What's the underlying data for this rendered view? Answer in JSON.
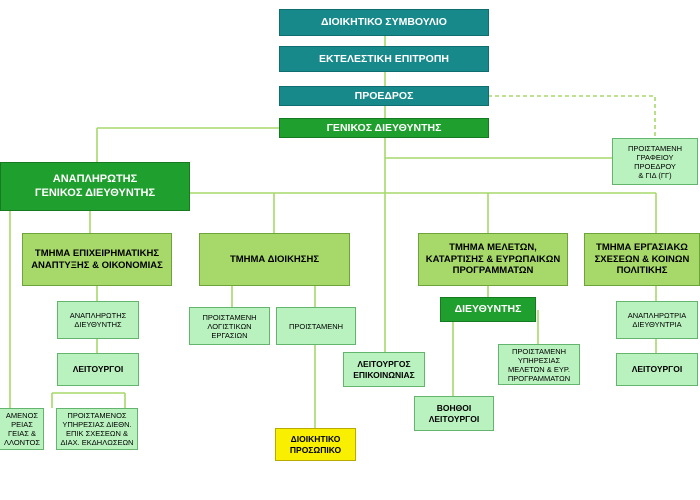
{
  "nodes": {
    "board": "ΔΙΟΙΚΗΤΙΚΟ ΣΥΜΒΟΥΛΙΟ",
    "executive_committee": "ΕΚΤΕΛΕΣΤΙΚΗ ΕΠΙΤΡΟΠΗ",
    "president": "ΠΡΟΕΔΡΟΣ",
    "general_director": "ΓΕΝΙΚΟΣ ΔΙΕΥΘΥΝΤΗΣ",
    "head_president_office": "ΠΡΟΙΣΤΑΜΕΝΗ\nΓΡΑΦΕΙΟΥ\nΠΡΟΕΔΡΟΥ\n& ΓΙΔ (ΓΓ)",
    "deputy_general_director": "ΑΝΑΠΛΗΡΩΤΗΣ\nΓΕΝΙΚΟΣ ΔΙΕΥΘΥΝΤΗΣ",
    "dept_business_dev": "ΤΜΗΜΑ ΕΠΙΧΕΙΡΗΜΑΤΙΚΗΣ\nΑΝΑΠΤΥΞΗΣ & ΟΙΚΟΝΟΜΙΑΣ",
    "dept_administration": "ΤΜΗΜΑ ΔΙΟΙΚΗΣΗΣ",
    "dept_studies": "ΤΜΗΜΑ ΜΕΛΕΤΩΝ,\nΚΑΤΑΡΤΙΣΗΣ & ΕΥΡΩΠΑΙΚΩΝ\nΠΡΟΓΡΑΜΜΑΤΩΝ",
    "dept_labour_relations": "ΤΜΗΜΑ ΕΡΓΑΣΙΑΚΩ\nΣΧΕΣΕΩΝ & ΚΟΙΝΩΝ\nΠΟΛΙΤΙΚΗΣ",
    "deputy_director_business": "ΑΝΑΠΛΗΡΩΤΗΣ\nΔΙΕΥΘΥΝΤΗΣ",
    "officers_business": "ΛΕΙΤΟΥΡΓΟΙ",
    "head_foreign_relations": "ΠΡΟΙΣΤΑΜΕΝΟΣ\nΥΠΗΡΕΣΙΑΣ ΔΙΕΘΝ.\nΕΠΙΚ ΣΧΕΣΕΩΝ &\nΔΙΑΧ. ΕΚΔΗΛΩΣΕΩΝ",
    "head_left_partial": "ΑΜΕΝΟΣ\nΡΕΙΑΣ\nΓΕΙΑΣ &\nΛΛΟΝΤΟΣ",
    "head_accounting": "ΠΡΟΙΣΤΑΜΕΝΗ\nΛΟΓΙΣΤΙΚΩΝ\nΕΡΓΑΣΙΩΝ",
    "head_admin": "ΠΡΟΙΣΤΑΜΕΝΗ",
    "admin_staff": "ΔΙΟΙΚΗΤΙΚΟ\nΠΡΟΣΩΠΙΚΟ",
    "communications_officer": "ΛΕΙΤΟΥΡΓΟΣ\nΕΠΙΚΟΙΝΩΝΙΑΣ",
    "director_studies": "ΔΙΕΥΘΥΝΤΗΣ",
    "head_studies_service": "ΠΡΟΙΣΤΑΜΕΝΗ\nΥΠΗΡΕΣΙΑΣ\nΜΕΛΕΤΩΝ & ΕΥΡ.\nΠΡΟΓΡΑΜΜΑΤΩΝ",
    "assistant_officers": "ΒΟΗΘΟΙ\nΛΕΙΤΟΥΡΓΟΙ",
    "deputy_director_labour": "ΑΝΑΠΛΗΡΩΤΡΙΑ\nΔΙΕΥΘΥΝΤΡΙΑ",
    "officers_labour": "ΛΕΙΤΟΥΡΓΟΙ"
  },
  "colors": {
    "teal": "#17898a",
    "green": "#1f9f2e",
    "lime": "#a6d86a",
    "pale_green": "#b9f2bf",
    "yellow": "#f8f000",
    "connector": "#a6d86a",
    "dashed_connector": "#a6d86a"
  }
}
